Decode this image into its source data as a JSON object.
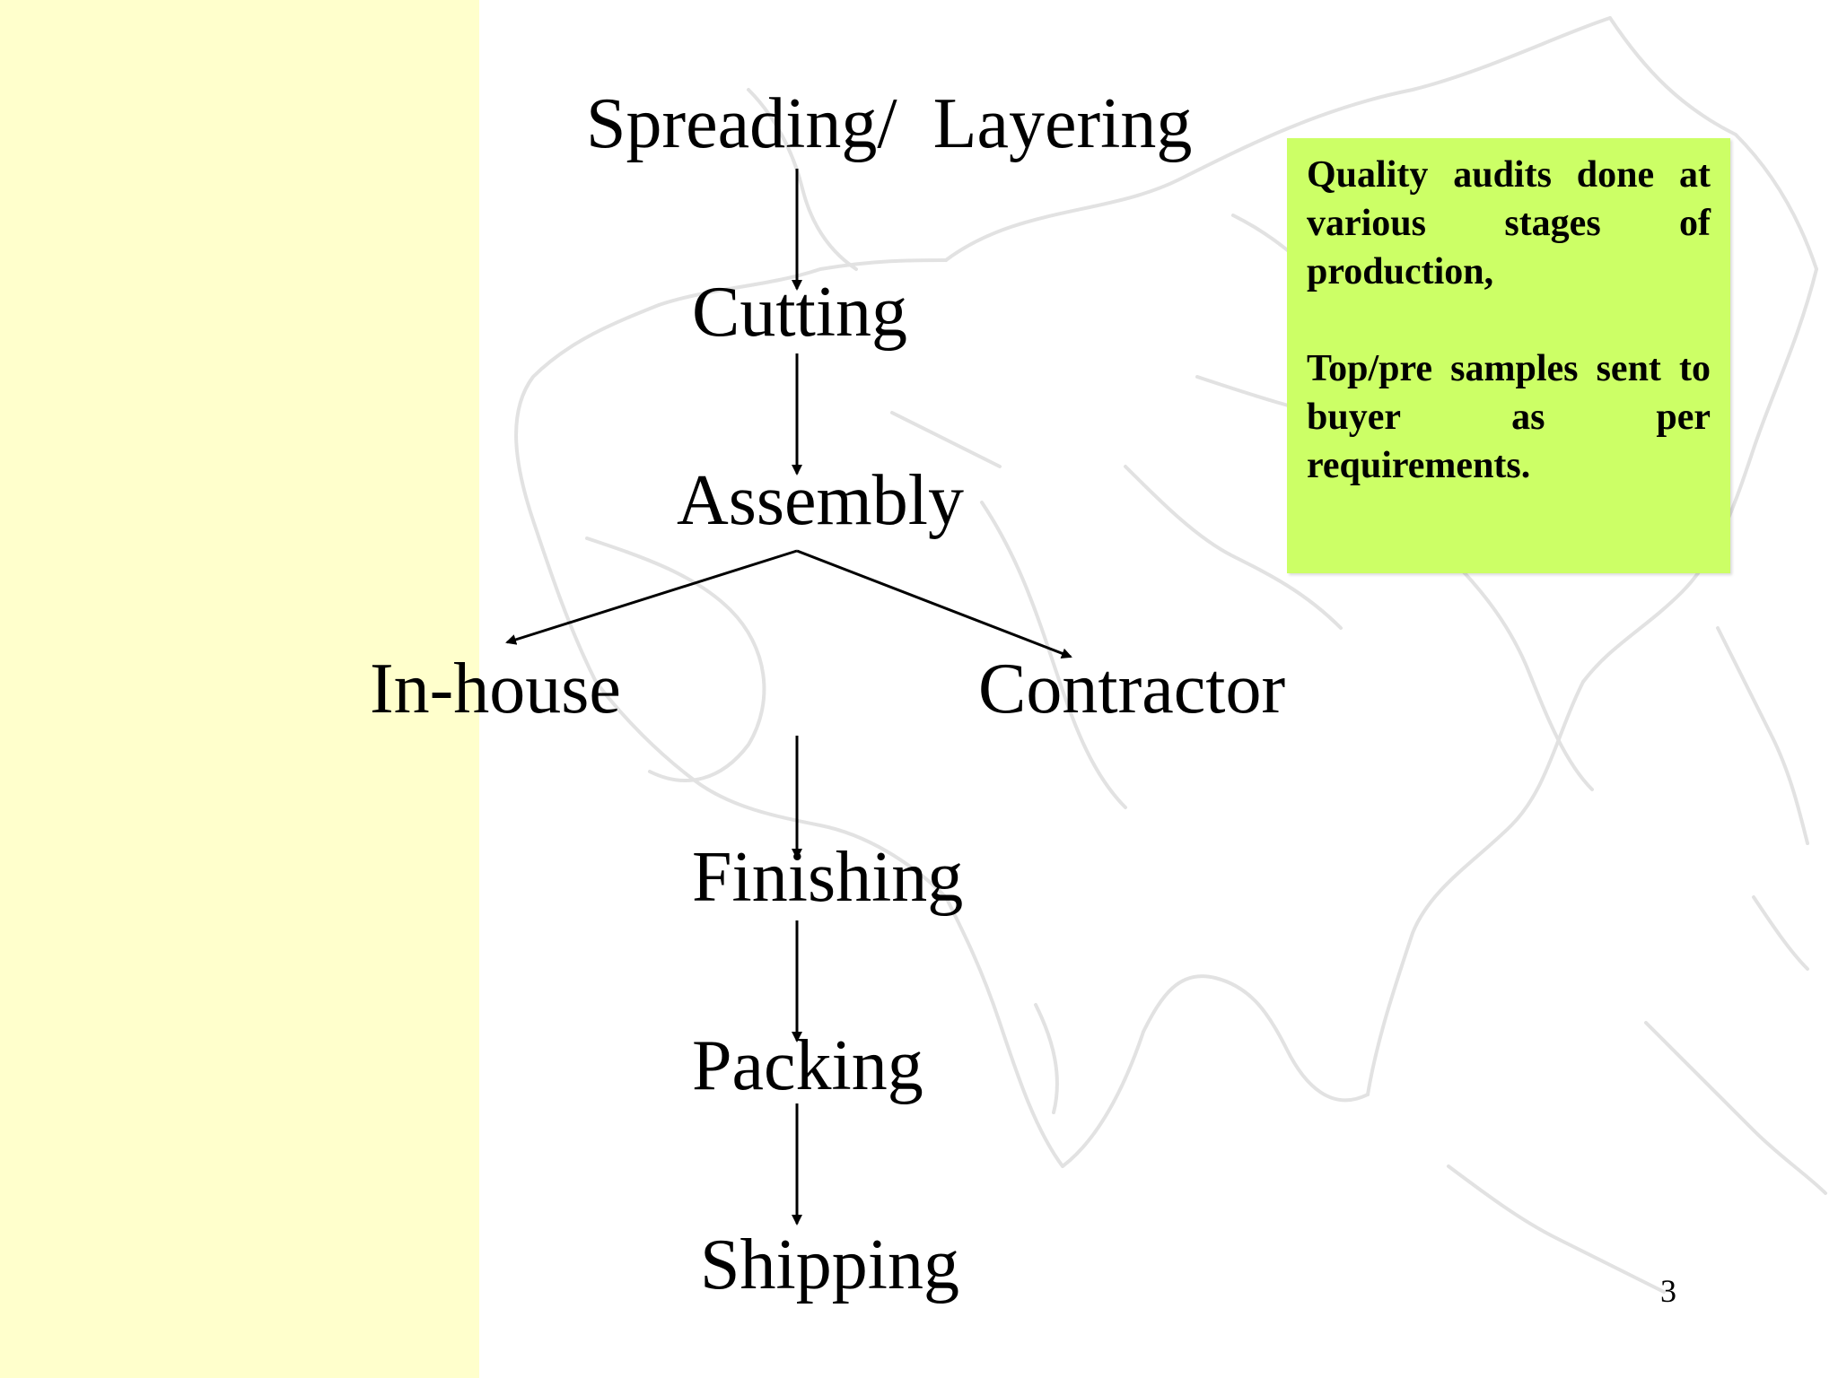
{
  "flow": {
    "nodes": {
      "spreading": "Spreading/  Layering",
      "cutting": "Cutting",
      "assembly": "Assembly",
      "inhouse": "In-house",
      "contractor": "Contractor",
      "finishing": "Finishing",
      "packing": "Packing",
      "shipping": "Shipping"
    }
  },
  "note": {
    "paragraph1": "Quality audits done at various stages of production,",
    "paragraph2": "Top/pre samples sent to buyer as per requirements."
  },
  "page_number": "3",
  "colors": {
    "side_band": "#ffffcc",
    "note_background": "#ccff66",
    "map_lines": "#e2e2e2",
    "text": "#000000"
  }
}
